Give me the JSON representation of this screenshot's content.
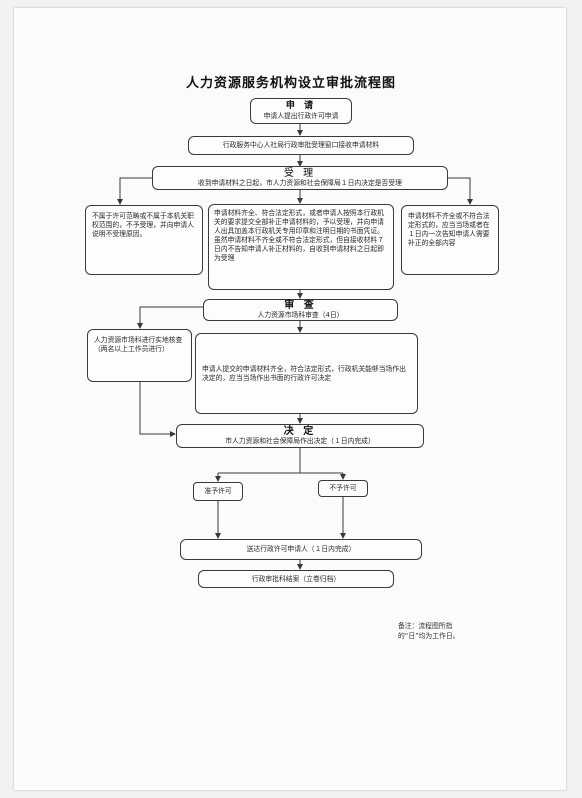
{
  "title": "人力资源服务机构设立审批流程图",
  "apply": {
    "head": "申  请",
    "sub": "申请人提出行政许可申请"
  },
  "receive": "行政服务中心人社局行政审批受理窗口接收申请材料",
  "accept": {
    "head": "受  理",
    "sub": "收到申请材料之日起，市人力资源和社会保障局１日内决定是否受理"
  },
  "reject_box": "不属于许可范畴或不属于本机关职权范围的，不予受理，并向申请人说明不受理原因。",
  "middle_box": "申请材料齐全、符合法定形式，或者申请人按照本行政机关的要求提交全部补正申请材料的，予以受理，并向申请人出具加盖本行政机关专用印章和注明日期的书面凭证。虽然申请材料不齐全或不符合法定形式，但自接收材料７日内不告知申请人补正材料的，自收到申请材料之日起即为受理",
  "correction_box": "申请材料不齐全或不符合法定形式的，应当当场或者在１日内一次告知申请人需要补正的全部内容",
  "review": {
    "head": "审  查",
    "sub": "人力资源市场科审查（4日）"
  },
  "inspect_box": "人力资源市场科进行实地核查（两名以上工作员进行）",
  "onsite_box": "申请人提交的申请材料齐全，符合法定形式，行政机关能够当场作出决定的，应当当场作出书面的行政许可决定",
  "decide": {
    "head": "决  定",
    "sub": "市人力资源和社会保障局作出决定（１日内完成）"
  },
  "grant": "准予许可",
  "deny": "不予许可",
  "deliver": "送达行政许可申请人（１日内完成）",
  "archive": "行政审批科结案（立卷归档）",
  "note": "备注：流程图所指的“日”均为工作日。",
  "colors": {
    "ink": "#3a3a3a",
    "paper": "#fbfbfa",
    "background": "#f2f2f0"
  }
}
